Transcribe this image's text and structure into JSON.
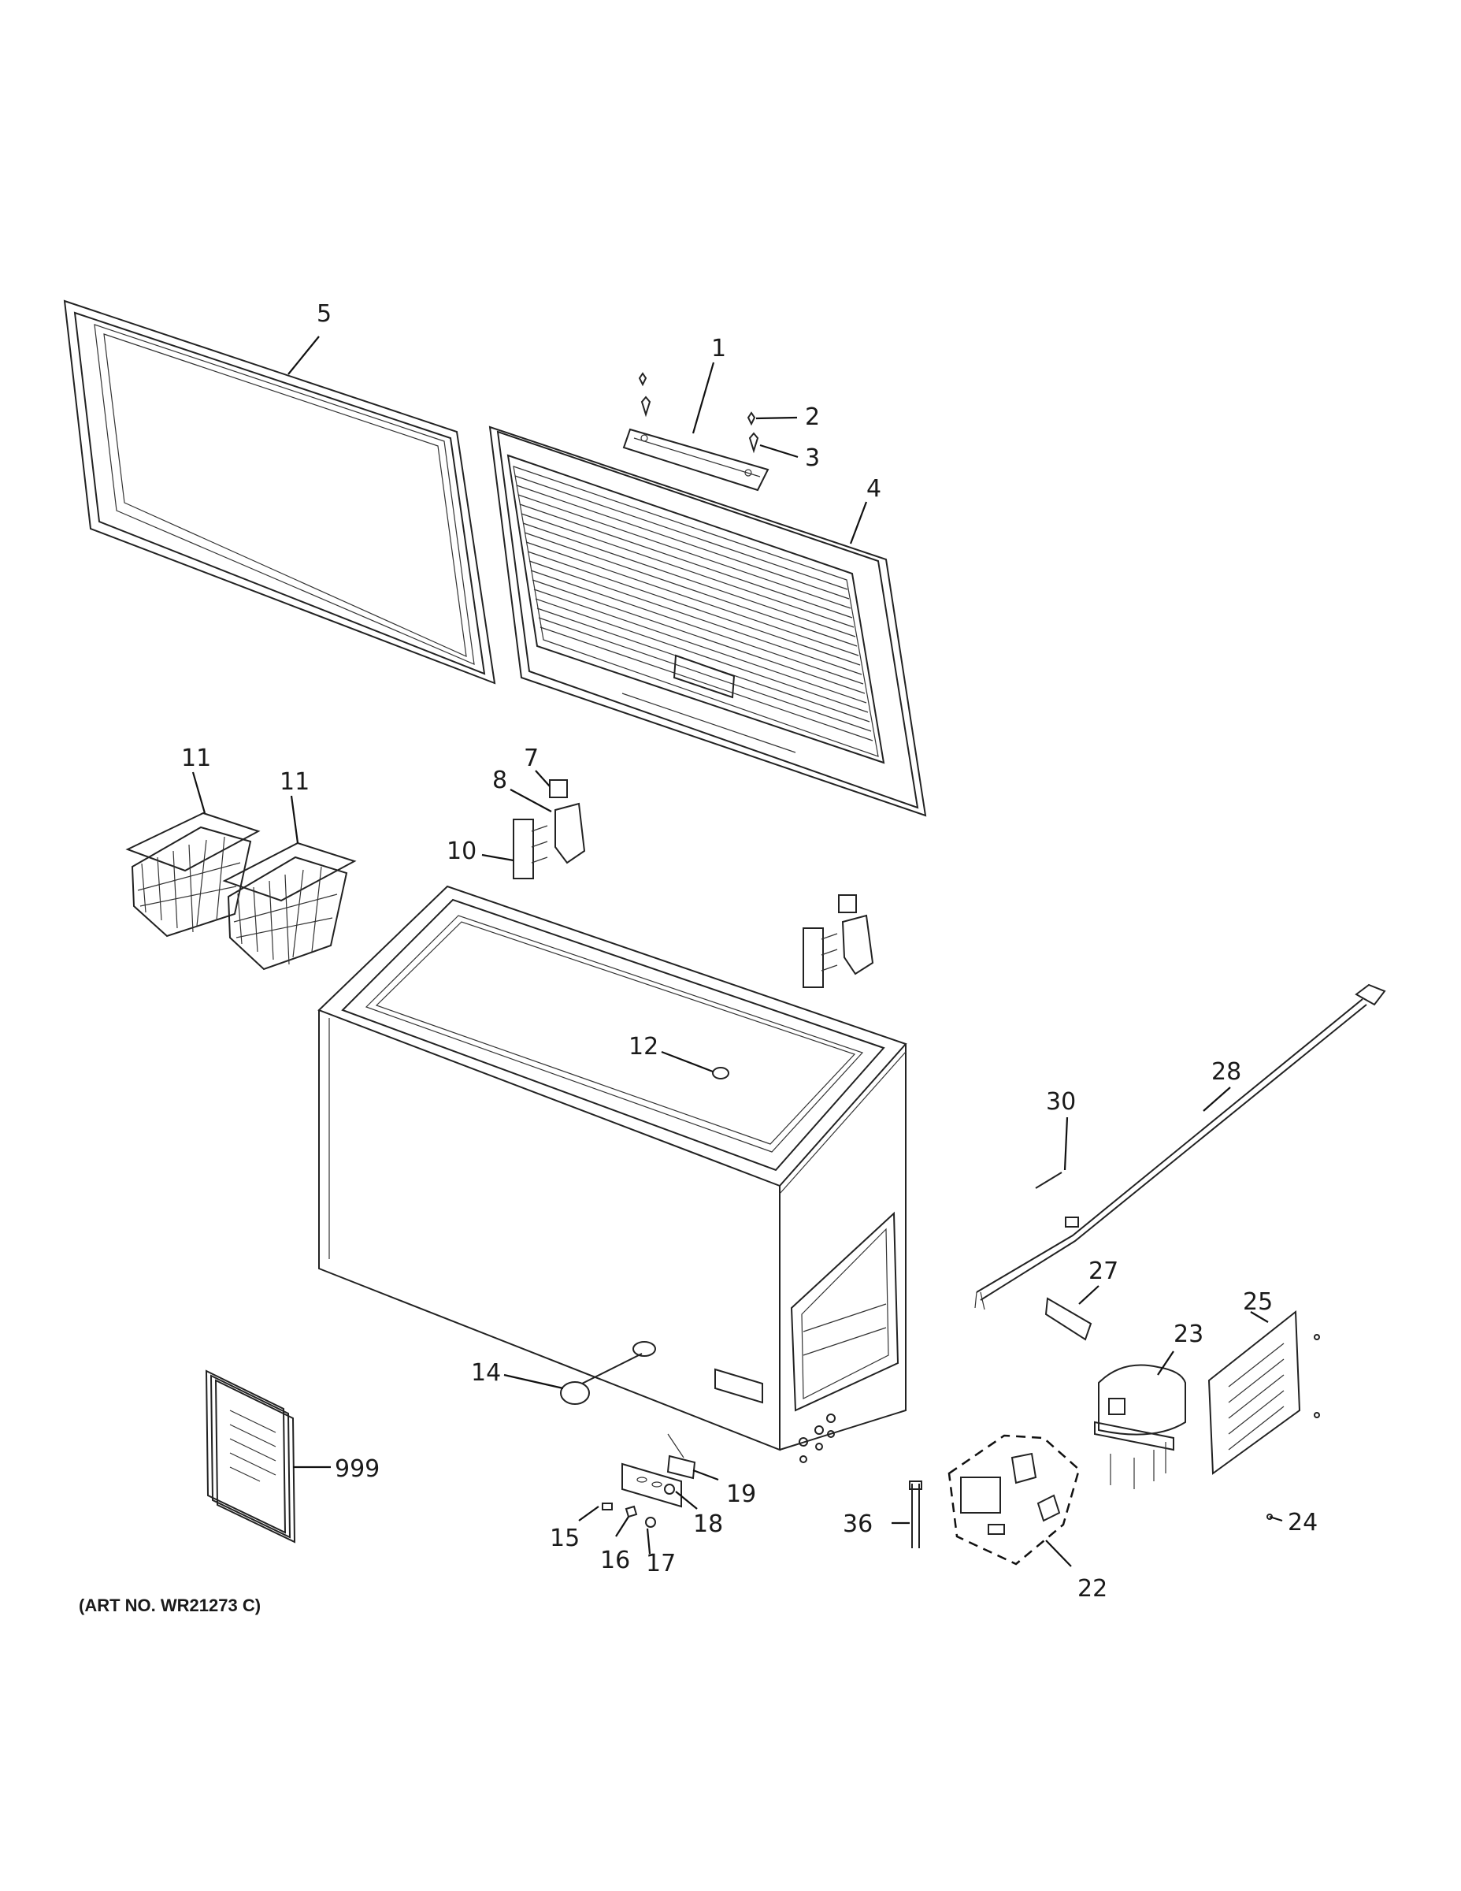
{
  "diagram": {
    "caption": "(ART NO. WR21273 C)",
    "callouts": [
      {
        "id": "c1",
        "label": "1"
      },
      {
        "id": "c2",
        "label": "2"
      },
      {
        "id": "c3",
        "label": "3"
      },
      {
        "id": "c4",
        "label": "4"
      },
      {
        "id": "c5",
        "label": "5"
      },
      {
        "id": "c7",
        "label": "7"
      },
      {
        "id": "c8",
        "label": "8"
      },
      {
        "id": "c10",
        "label": "10"
      },
      {
        "id": "c11a",
        "label": "11"
      },
      {
        "id": "c11b",
        "label": "11"
      },
      {
        "id": "c12",
        "label": "12"
      },
      {
        "id": "c14",
        "label": "14"
      },
      {
        "id": "c15",
        "label": "15"
      },
      {
        "id": "c16",
        "label": "16"
      },
      {
        "id": "c17",
        "label": "17"
      },
      {
        "id": "c18",
        "label": "18"
      },
      {
        "id": "c19",
        "label": "19"
      },
      {
        "id": "c22",
        "label": "22"
      },
      {
        "id": "c23",
        "label": "23"
      },
      {
        "id": "c24",
        "label": "24"
      },
      {
        "id": "c25",
        "label": "25"
      },
      {
        "id": "c27",
        "label": "27"
      },
      {
        "id": "c28",
        "label": "28"
      },
      {
        "id": "c30",
        "label": "30"
      },
      {
        "id": "c36",
        "label": "36"
      },
      {
        "id": "c999",
        "label": "999"
      }
    ]
  }
}
